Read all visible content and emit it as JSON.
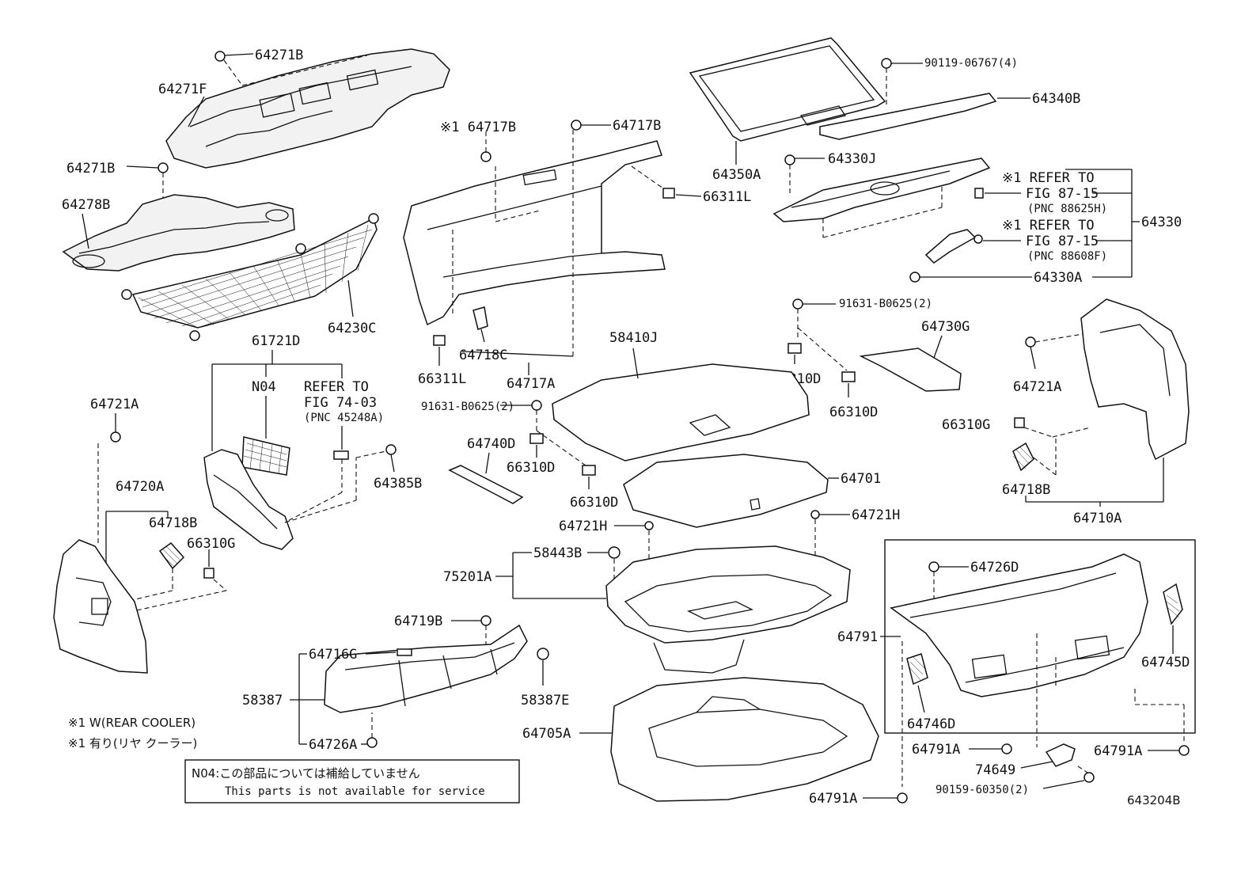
{
  "labels": {
    "p64271B_top": "64271B",
    "p64271F": "64271F",
    "p64271B": "64271B",
    "p64278B": "64278B",
    "p64230C": "64230C",
    "p64717B_ref": "※1 64717B",
    "p64717B": "64717B",
    "p66311L_r": "66311L",
    "p66311L_b": "66311L",
    "p64718C": "64718C",
    "p64717A": "64717A",
    "p90119": "90119-06767(4)",
    "p64340B": "64340B",
    "p64350A": "64350A",
    "p64330J": "64330J",
    "ref1_a": "※1 REFER TO",
    "ref1_b": "FIG 87-15",
    "ref1_c": "(PNC 88625H)",
    "ref2_a": "※1 REFER TO",
    "ref2_b": "FIG 87-15",
    "ref2_c": "(PNC 88608F)",
    "p64330": "64330",
    "p64330A": "64330A",
    "p91631_top": "91631-B0625(2)",
    "p64730G": "64730G",
    "p58410J": "58410J",
    "p66310D_a": "66310D",
    "p66310D_b": "66310D",
    "p61721D": "61721D",
    "pN04": "N04",
    "ref3_a": "REFER TO",
    "ref3_b": "FIG 74-03",
    "ref3_c": "(PNC 45248A)",
    "p91631_mid": "91631-B0625(2)",
    "p64740D": "64740D",
    "p66310D_c": "66310D",
    "p66310D_d": "66310D",
    "p64385B": "64385B",
    "p64721A_l": "64721A",
    "p64720A": "64720A",
    "p64718B_l": "64718B",
    "p66310G_l": "66310G",
    "p64721A_r": "64721A",
    "p66310G_r": "66310G",
    "p64718B_r": "64718B",
    "p64710A": "64710A",
    "p64701": "64701",
    "p64721H_l": "64721H",
    "p64721H_r": "64721H",
    "p58443B": "58443B",
    "p75201A": "75201A",
    "p64719B": "64719B",
    "p64716G": "64716G",
    "p58387": "58387",
    "p58387E": "58387E",
    "p64726A": "64726A",
    "p64705A": "64705A",
    "p64726D": "64726D",
    "p64791": "64791",
    "p64745D": "64745D",
    "p64746D": "64746D",
    "p64791A_a": "64791A",
    "p64791A_b": "64791A",
    "p74649": "74649",
    "p90159": "90159-60350(2)",
    "p64791A_c": "64791A",
    "diagram_code": "643204B"
  },
  "notes": {
    "line1": "※1 W(REAR COOLER)",
    "line2": "※1 有り(リヤ クーラー)",
    "n04_jp": "N04:この部品については補給していません",
    "n04_en": "This parts is not available for service"
  }
}
